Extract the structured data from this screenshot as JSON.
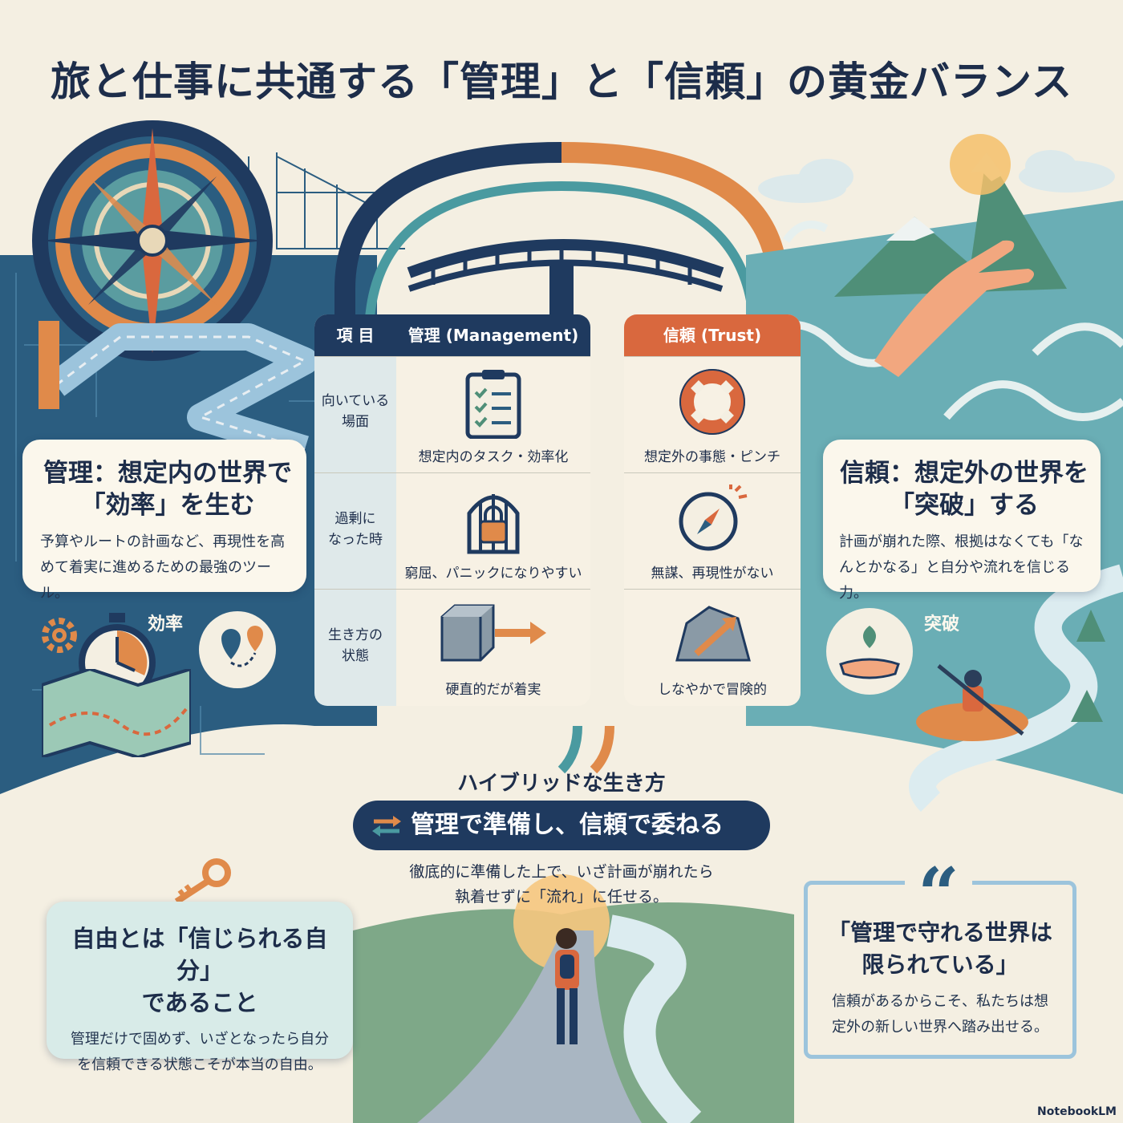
{
  "title": "旅と仕事に共通する「管理」と「信頼」の黄金バランス",
  "management_card": {
    "heading_line1": "管理：想定内の世界で",
    "heading_line2": "「効率」を生む",
    "body_line1": "予算やルートの計画など、再現性を高",
    "body_line2": "めて着実に進めるための最強のツール。"
  },
  "trust_card": {
    "heading_line1": "信頼：想定外の世界を",
    "heading_line2": "「突破」する",
    "body_line1": "計画が崩れた際、根拠はなくても「な",
    "body_line2": "んとかなる」と自分や流れを信じる力。"
  },
  "tags": {
    "efficiency": "効率",
    "breakthrough": "突破"
  },
  "table": {
    "header_item": "項 目",
    "header_management": "管理 (Management)",
    "header_trust": "信頼 (Trust)",
    "rows": [
      {
        "item_line1": "向いている",
        "item_line2": "場面",
        "management": "想定内のタスク・効率化",
        "trust": "想定外の事態・ピンチ"
      },
      {
        "item_line1": "過剰に",
        "item_line2": "なった時",
        "management": "窮屈、パニックになりやすい",
        "trust": "無謀、再現性がない"
      },
      {
        "item_line1": "生き方の",
        "item_line2": "状態",
        "management": "硬直的だが着実",
        "trust": "しなやかで冒険的"
      }
    ]
  },
  "hybrid": {
    "heading": "ハイブリッドな生き方",
    "motto": "管理で準備し、信頼で委ねる",
    "desc_line1": "徹底的に準備した上で、いざ計画が崩れたら",
    "desc_line2": "執着せずに「流れ」に任せる。"
  },
  "freedom_card": {
    "heading_line1": "自由とは「信じられる自分」",
    "heading_line2": "であること",
    "body_line1": "管理だけで固めず、いざとなったら自分",
    "body_line2": "を信頼できる状態こそが本当の自由。"
  },
  "quote_card": {
    "mark": "“",
    "heading_line1": "「管理で守れる世界は",
    "heading_line2": "限られている」",
    "body_line1": "信頼があるからこそ、私たちは想",
    "body_line2": "定外の新しい世界へ踏み出せる。"
  },
  "brand": "NotebookLM",
  "colors": {
    "navy": "#1f3a5f",
    "orange": "#d9683e",
    "teal": "#4a9aa0",
    "cream": "#f4efe2"
  }
}
